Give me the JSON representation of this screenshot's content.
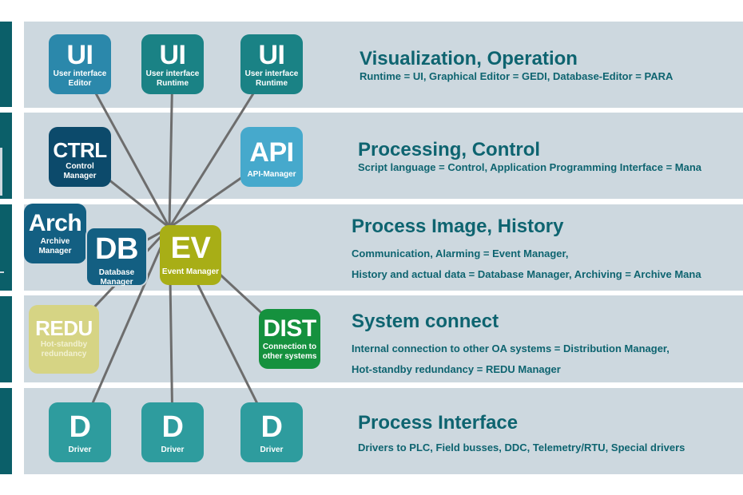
{
  "colors": {
    "band": "#cdd8df",
    "sidebar": "#0b5f69",
    "text": "#0e6470",
    "link": "#6d6d6d"
  },
  "layers": [
    {
      "title": "Visualization, Operation",
      "lines": [
        "Runtime = UI, Graphical Editor = GEDI, Database-Editor = PARA"
      ]
    },
    {
      "title": "Processing, Control",
      "lines": [
        "Script language = Control, Application Programming Interface = Mana"
      ]
    },
    {
      "title": "Process Image, History",
      "lines": [
        "Communication, Alarming = Event Manager,",
        "History and actual data = Database Manager, Archiving = Archive Mana"
      ]
    },
    {
      "title": "System connect",
      "lines": [
        "Internal connection to other OA systems = Distribution Manager,",
        "Hot-standby redundancy = REDU Manager"
      ]
    },
    {
      "title": "Process Interface",
      "lines": [
        "Drivers to PLC, Field busses, DDC, Telemetry/RTU, Special drivers"
      ]
    }
  ],
  "nodes": {
    "ui_editor": {
      "abbr": "UI",
      "label1": "User interface",
      "label2": "Editor",
      "color": "#2b88ab"
    },
    "ui_runtime_1": {
      "abbr": "UI",
      "label1": "User interface",
      "label2": "Runtime",
      "color": "#1a8285"
    },
    "ui_runtime_2": {
      "abbr": "UI",
      "label1": "User interface",
      "label2": "Runtime",
      "color": "#1a8285"
    },
    "ctrl": {
      "abbr": "CTRL",
      "label1": "Control",
      "label2": "Manager",
      "color": "#0c4a6b"
    },
    "api": {
      "abbr": "API",
      "label1": "API-Manager",
      "label2": "",
      "color": "#46a9cc"
    },
    "arch": {
      "abbr": "Arch",
      "label1": "Archive",
      "label2": "Manager",
      "color": "#135f82"
    },
    "db": {
      "abbr": "DB",
      "label1": "Database",
      "label2": "Manager",
      "color": "#135f82"
    },
    "ev": {
      "abbr": "EV",
      "label1": "Event Manager",
      "label2": "",
      "color": "#a8ae16"
    },
    "redu": {
      "abbr": "REDU",
      "label1": "Hot-standby",
      "label2": "redundancy",
      "color": "#d6d484"
    },
    "dist": {
      "abbr": "DIST",
      "label1": "Connection to",
      "label2": "other systems",
      "color": "#15913e"
    },
    "driver_1": {
      "abbr": "D",
      "label1": "Driver",
      "label2": "",
      "color": "#2e9c9e"
    },
    "driver_2": {
      "abbr": "D",
      "label1": "Driver",
      "label2": "",
      "color": "#2e9c9e"
    },
    "driver_3": {
      "abbr": "D",
      "label1": "Driver",
      "label2": "",
      "color": "#2e9c9e"
    }
  },
  "links": [
    [
      "ev",
      "ui_editor"
    ],
    [
      "ev",
      "ui_runtime_1"
    ],
    [
      "ev",
      "ui_runtime_2"
    ],
    [
      "ev",
      "ctrl"
    ],
    [
      "ev",
      "api"
    ],
    [
      "ev",
      "db"
    ],
    [
      "ev",
      "redu"
    ],
    [
      "ev",
      "dist"
    ],
    [
      "ev",
      "driver_1"
    ],
    [
      "ev",
      "driver_2"
    ],
    [
      "ev",
      "driver_3"
    ]
  ]
}
